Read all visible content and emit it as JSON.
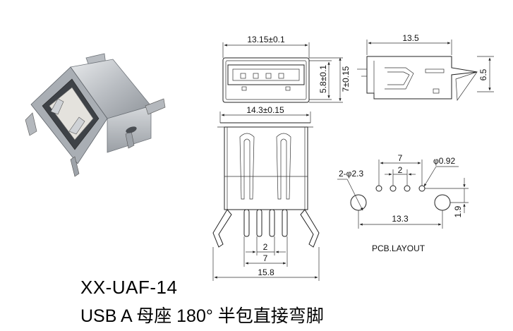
{
  "title": {
    "model": "XX-UAF-14",
    "description": "USB A 母座 180°  半包直接弯脚"
  },
  "front_view": {
    "width_dim": "13.15±0.1",
    "height_outer_dim": "7±0.15",
    "height_inner_dim": "5.8±0.1"
  },
  "side_view": {
    "length_dim": "13.5",
    "height_dim": "6.5"
  },
  "top_view": {
    "shell_width_dim": "14.3±0.15",
    "pin_pitch_dim": "2",
    "pin_span_dim": "7",
    "leg_span_dim": "15.8"
  },
  "pcb_layout": {
    "label": "PCB.LAYOUT",
    "pin_span_dim": "7",
    "pin_pitch_dim": "2",
    "pin_hole_dim": "φ0.92",
    "mount_hole_dim": "2-φ2.3",
    "mount_span_dim": "13.3",
    "offset_dim": "1.9"
  },
  "colors": {
    "line": "#222222",
    "shell_metal": "#c9ccd0",
    "shell_dark": "#7d8288"
  }
}
